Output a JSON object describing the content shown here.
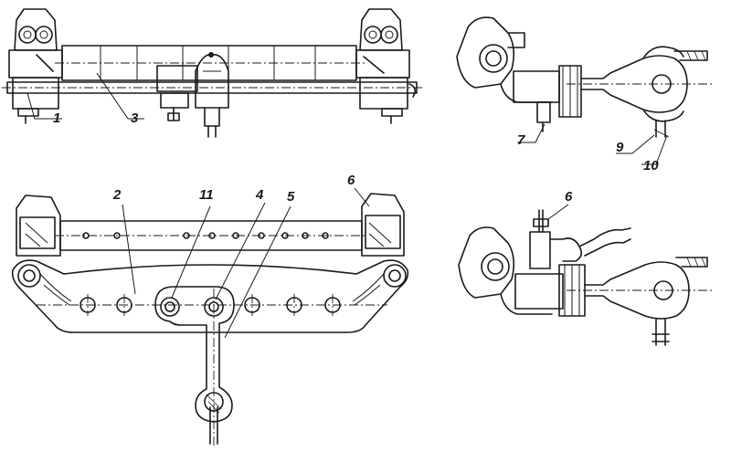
{
  "labels": {
    "l1": "1",
    "l2": "2",
    "l3": "3",
    "l4": "4",
    "l5": "5",
    "l6_top": "6",
    "l6_bottom": "6",
    "l7": "7",
    "l9": "9",
    "l10": "10",
    "l11": "11"
  },
  "colors": {
    "ink": "#1a1a1a",
    "paper": "#ffffff"
  }
}
